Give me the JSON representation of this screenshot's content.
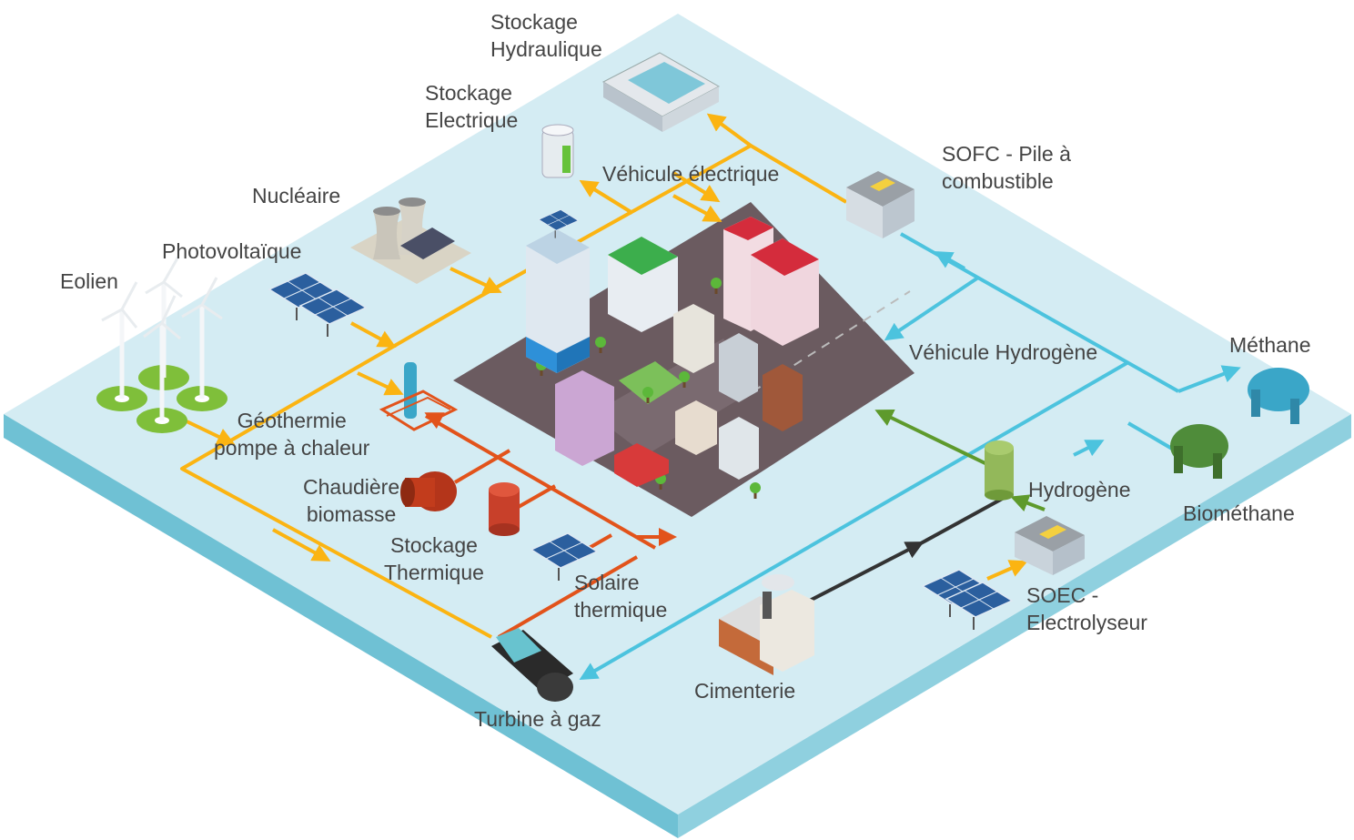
{
  "colors": {
    "platform_top": "#d4ecf3",
    "platform_side_left": "#6fc1d4",
    "platform_side_right": "#8fd0df",
    "city_ground": "#6b5b60",
    "electric": "#fbb412",
    "thermal": "#e2531b",
    "gas": "#4cc3de",
    "hydrogen": "#5e9a2c",
    "co2": "#333333",
    "label_text": "#444444"
  },
  "labels": {
    "stockage_hydraulique": [
      "Stockage",
      "Hydraulique"
    ],
    "stockage_electrique": [
      "Stockage",
      "Electrique"
    ],
    "sofc": [
      "SOFC - Pile à",
      "combustible"
    ],
    "vehicule_electrique": [
      "Véhicule électrique"
    ],
    "nucleaire": [
      "Nucléaire"
    ],
    "photovoltaique": [
      "Photovoltaïque"
    ],
    "eolien": [
      "Eolien"
    ],
    "vehicule_hydrogene": [
      "Véhicule Hydrogène"
    ],
    "methane": [
      "Méthane"
    ],
    "geothermie": [
      "Géothermie",
      "pompe à chaleur"
    ],
    "chaudiere": [
      "Chaudière",
      "biomasse"
    ],
    "hydrogene": [
      "Hydrogène"
    ],
    "biomethane": [
      "Biométhane"
    ],
    "stockage_thermique": [
      "Stockage",
      "Thermique"
    ],
    "solaire_thermique": [
      "Solaire",
      "thermique"
    ],
    "soec": [
      "SOEC -",
      "Electrolyseur"
    ],
    "cimenterie": [
      "Cimenterie"
    ],
    "turbine": [
      "Turbine à gaz"
    ]
  },
  "icons": {
    "hydro_storage": "dam-icon",
    "battery": "battery-icon",
    "sofc": "fuel-cell-icon",
    "nuclear": "nuclear-plant-icon",
    "solar": "solar-panel-icon",
    "wind": "wind-turbine-icon",
    "geothermal": "heat-pump-icon",
    "boiler": "boiler-icon",
    "thermal_storage": "thermal-tank-icon",
    "solar_thermal": "solar-thermal-icon",
    "turbine": "gas-turbine-icon",
    "cement": "cement-plant-icon",
    "soec": "electrolyser-icon",
    "h2_tank": "hydrogen-tank-icon",
    "methane": "methane-tank-icon",
    "biomethane": "biomethane-tank-icon",
    "city": "city-icon"
  }
}
